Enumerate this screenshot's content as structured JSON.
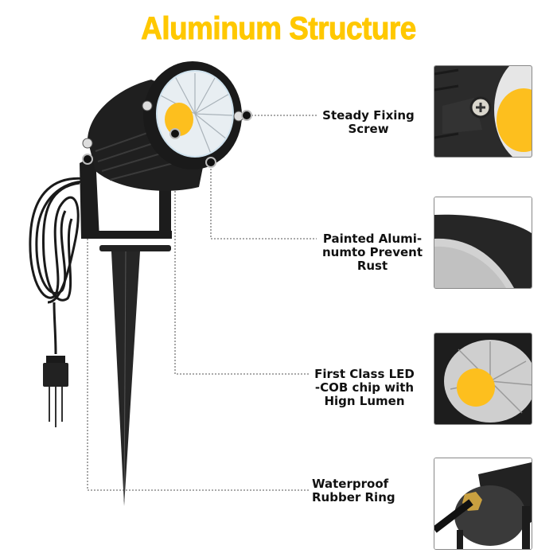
{
  "title": "Aluminum Structure",
  "colors": {
    "title": "#ffc800",
    "led_chip": "#fdbf1e",
    "housing": "#1e1e1e",
    "callout_line": "#777777",
    "text": "#111111"
  },
  "product": {
    "name": "LED spotlight with ground stake",
    "parts": [
      "housing",
      "reflector",
      "cob-led-chip",
      "bracket",
      "ground-stake",
      "power-cord",
      "plug"
    ]
  },
  "features": [
    {
      "label": "Steady Fixing\nScrew",
      "thumbnail": "screw-closeup"
    },
    {
      "label": "Painted Alumi-\nnumto Prevent\nRust",
      "thumbnail": "housing-edge-closeup"
    },
    {
      "label": "First Class LED\n-COB chip with\nHign Lumen",
      "thumbnail": "cob-chip-closeup"
    },
    {
      "label": "Waterproof\nRubber Ring",
      "thumbnail": "cable-gland-closeup"
    }
  ]
}
